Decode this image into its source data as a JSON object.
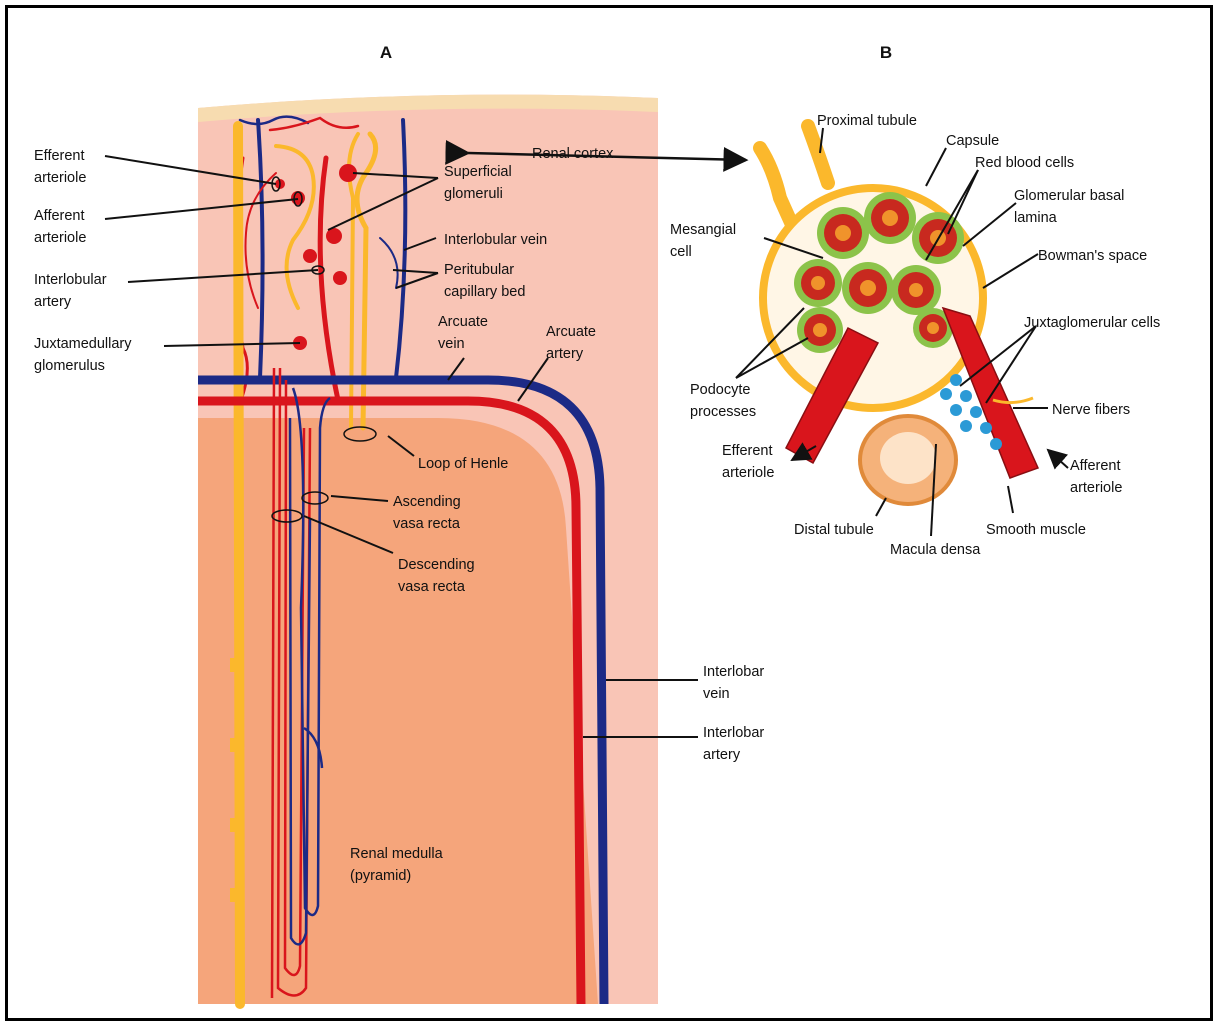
{
  "panels": {
    "a": "A",
    "b": "B"
  },
  "labels": {
    "efferent_arteriole": [
      "Efferent",
      "arteriole"
    ],
    "afferent_arteriole": [
      "Afferent",
      "arteriole"
    ],
    "interlobular_artery": [
      "Interlobular",
      "artery"
    ],
    "juxtamedullary_glomerulus": [
      "Juxtamedullary",
      "glomerulus"
    ],
    "superficial_glomeruli": [
      "Superficial",
      "glomeruli"
    ],
    "interlobular_vein": [
      "Interlobular vein"
    ],
    "peritubular_capillary_bed": [
      "Peritubular",
      "capillary bed"
    ],
    "arcuate_vein": [
      "Arcuate",
      "vein"
    ],
    "arcuate_artery": [
      "Arcuate",
      "artery"
    ],
    "loop_of_henle": [
      "Loop of Henle"
    ],
    "ascending_vasa_recta": [
      "Ascending",
      "vasa recta"
    ],
    "descending_vasa_recta": [
      "Descending",
      "vasa recta"
    ],
    "interlobar_vein": [
      "Interlobar",
      "vein"
    ],
    "interlobar_artery": [
      "Interlobar",
      "artery"
    ],
    "renal_medulla": [
      "Renal medulla",
      "(pyramid)"
    ],
    "renal_cortex": [
      "Renal cortex"
    ],
    "proximal_tubule": [
      "Proximal tubule"
    ],
    "capsule": [
      "Capsule"
    ],
    "red_blood_cells": [
      "Red blood cells"
    ],
    "glomerular_basal_lamina": [
      "Glomerular basal",
      "lamina"
    ],
    "mesangial_cell": [
      "Mesangial",
      "cell"
    ],
    "bowmans_space": [
      "Bowman's space"
    ],
    "juxtaglomerular_cells": [
      "Juxtaglomerular cells"
    ],
    "podocyte_processes": [
      "Podocyte",
      "processes"
    ],
    "nerve_fibers": [
      "Nerve fibers"
    ],
    "efferent_arteriole_b": [
      "Efferent",
      "arteriole"
    ],
    "afferent_arteriole_b": [
      "Afferent",
      "arteriole"
    ],
    "distal_tubule": [
      "Distal tubule"
    ],
    "smooth_muscle": [
      "Smooth muscle"
    ],
    "macula_densa": [
      "Macula densa"
    ]
  },
  "colors": {
    "cortex": "#f9c5b6",
    "medulla": "#f5a57b",
    "capsule_band": "#f7dcb0",
    "artery": "#d9151c",
    "vein": "#1c2a86",
    "tubule": "#fbb82c",
    "glomerulus_tuft": "#c8291f",
    "podocyte": "#8cc34a",
    "jg_cells": "#2b9ad6"
  }
}
